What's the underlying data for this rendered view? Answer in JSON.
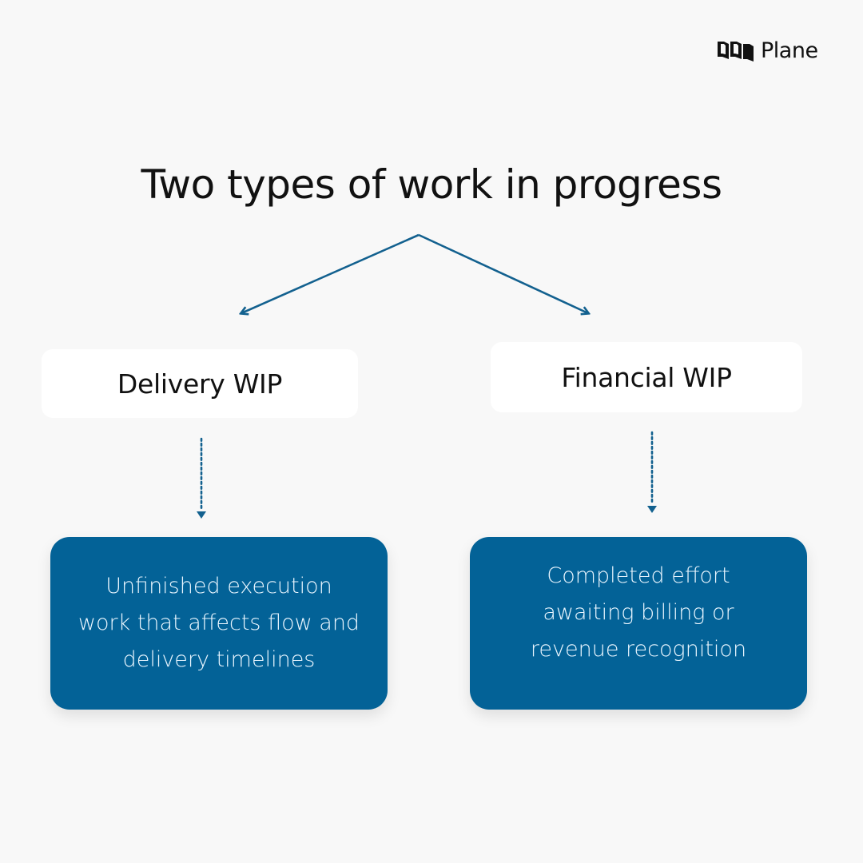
{
  "brand": {
    "logo_icon": "plane-logo-icon",
    "name": "Plane"
  },
  "title": "Two types of work in progress",
  "colors": {
    "background": "#f8f8f8",
    "accent_blue": "#036297",
    "connector": "#13618f",
    "label_box": "#ffffff",
    "desc_text": "#eaf6ff"
  },
  "branches": [
    {
      "label": "Delivery WIP",
      "description": "Unfinished execution\nwork that affects flow and\ndelivery timelines"
    },
    {
      "label": "Financial WIP",
      "description": "Completed effort\nawaiting billing or\nrevenue recognition"
    }
  ]
}
